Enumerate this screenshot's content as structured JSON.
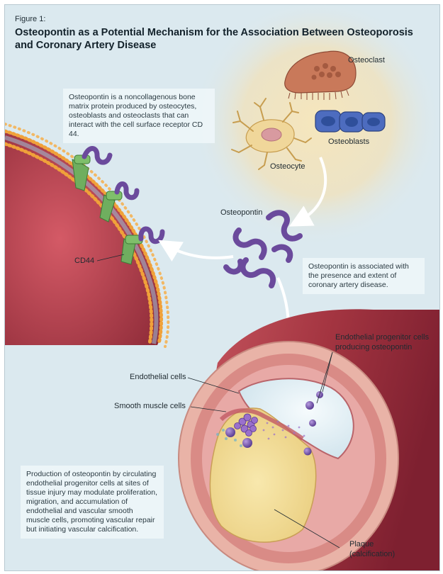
{
  "figure": {
    "label": "Figure 1:",
    "title": "Osteopontin as a Potential Mechanism for the Association Between Osteoporosis and Coronary Artery Disease"
  },
  "notes": {
    "osteopontin_def": "Osteopontin is a noncollagenous bone matrix protein produced by osteocytes, osteoblasts and osteoclasts that can interact with the cell surface receptor CD 44.",
    "association": "Osteopontin is associated with the presence and extent of coronary artery disease.",
    "production": "Production of osteopontin by circulating endothelial progenitor cells at sites of tissue injury may modulate proliferation, migration, and accumulation of endothelial and vascular smooth muscle cells, promoting vascular repair but initiating vascular calcification."
  },
  "labels": {
    "osteoclast": "Osteoclast",
    "osteoblasts": "Osteoblasts",
    "osteocyte": "Osteocyte",
    "osteopontin": "Osteopontin",
    "cd44": "CD44",
    "epc_line1": "Endothelial progenitor cells",
    "epc_line2": "producing osteopontin",
    "endothelial_cells": "Endothelial cells",
    "smooth_muscle_cells": "Smooth muscle cells",
    "plaque_line1": "Plaque",
    "plaque_line2": "(calcification)"
  },
  "colors": {
    "panel_bg": "#dbe9ef",
    "bone_glow": "#f3e3b8",
    "membrane": "#f0a13a",
    "receptor": "#6fae5f",
    "osteopontin": "#6b4a9c",
    "artery_outer": "#b8434e",
    "plaque": "#f1dc98",
    "osteoblast": "#4d6cbf"
  }
}
